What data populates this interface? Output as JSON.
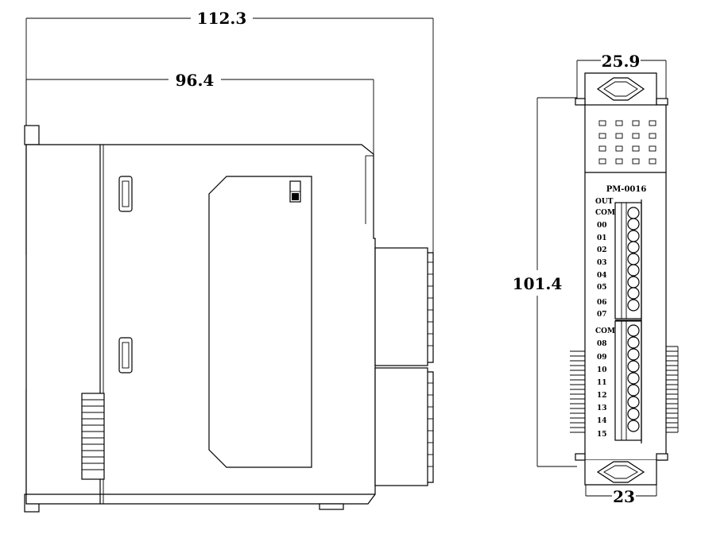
{
  "dimensions": {
    "overall_length": "112.3",
    "body_length": "96.4",
    "width_top": "25.9",
    "height": "101.4",
    "width_bottom": "23"
  },
  "module": {
    "model": "PM-0016",
    "terminal_labels": [
      "OUT",
      "COM",
      "00",
      "01",
      "02",
      "03",
      "04",
      "05",
      "06",
      "07",
      "COM",
      "08",
      "09",
      "10",
      "11",
      "12",
      "13",
      "14",
      "15"
    ]
  }
}
